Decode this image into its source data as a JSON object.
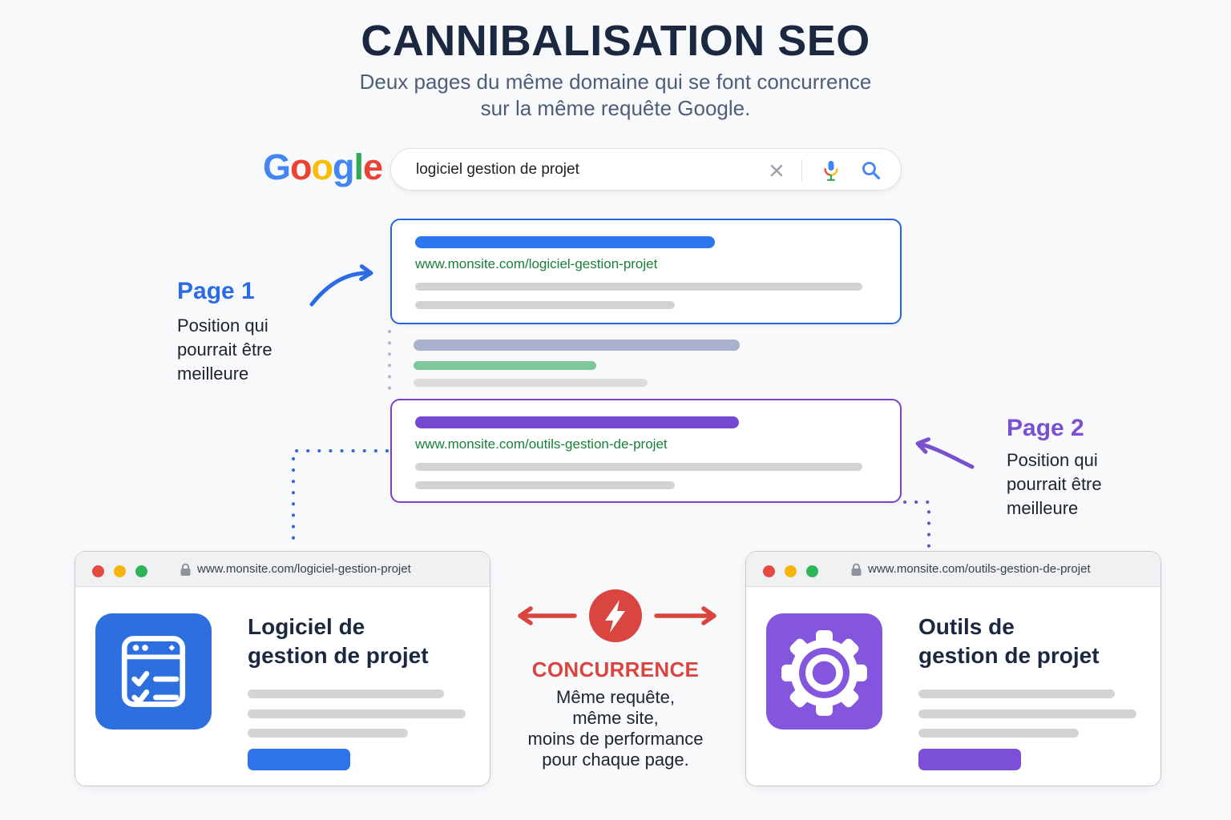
{
  "header": {
    "title": "CANNIBALISATION SEO",
    "subtitle_lines": [
      "Deux pages du même domaine qui se font concurrence",
      "sur la même requête Google."
    ]
  },
  "google_search": {
    "logo_letters": [
      {
        "ch": "G",
        "color": "#4285F4"
      },
      {
        "ch": "o",
        "color": "#EA4335"
      },
      {
        "ch": "o",
        "color": "#FBBC05"
      },
      {
        "ch": "g",
        "color": "#4285F4"
      },
      {
        "ch": "l",
        "color": "#34A853"
      },
      {
        "ch": "e",
        "color": "#EA4335"
      }
    ],
    "query": "logiciel gestion de projet",
    "icons": [
      "clear-icon",
      "mic-icon",
      "search-icon"
    ]
  },
  "serp": {
    "result1": {
      "url": "www.monsite.com/logiciel-gestion-projet",
      "accent": "#2b77ee"
    },
    "result2": {
      "url": "www.monsite.com/outils-gestion-de-projet",
      "accent": "#7448cf"
    }
  },
  "annotations": {
    "page1": {
      "label": "Page 1",
      "desc_lines": [
        "Position qui",
        "pourrait être",
        "meilleure"
      ],
      "color": "#2b6ce4"
    },
    "page2": {
      "label": "Page 2",
      "desc_lines": [
        "Position qui",
        "pourrait être",
        "meilleure"
      ],
      "color": "#7a4fd0"
    }
  },
  "center": {
    "icon": "lightning-bolt-icon",
    "label": "CONCURRENCE",
    "color": "#d9453f",
    "lines": [
      "Même requête,",
      "même site,",
      "moins de performance",
      "pour chaque page."
    ]
  },
  "browser_left": {
    "url": "www.monsite.com/logiciel-gestion-projet",
    "title_lines": [
      "Logiciel de",
      "gestion de projet"
    ],
    "icon": "checklist-window-icon",
    "accent": "#2e6fe0"
  },
  "browser_right": {
    "url": "www.monsite.com/outils-gestion-de-projet",
    "title_lines": [
      "Outils de",
      "gestion de projet"
    ],
    "icon": "gear-icon",
    "accent": "#8456de"
  },
  "traffic_lights": [
    "#e5493f",
    "#f6b50c",
    "#2fb457"
  ],
  "colors": {
    "background": "#f8f9fb",
    "title_navy": "#1b2840",
    "subtitle_gray": "#4e5d78",
    "url_green": "#188038",
    "gray_placeholder": "#d3d3d6",
    "mid_blue_gray": "#a9b1cd",
    "mid_green": "#7ec79b",
    "red_concurrence": "#d9453f",
    "dotted_gray": "#b3b8c2",
    "dotted_blue": "#3566d8",
    "dotted_purple": "#6f4ec4"
  }
}
